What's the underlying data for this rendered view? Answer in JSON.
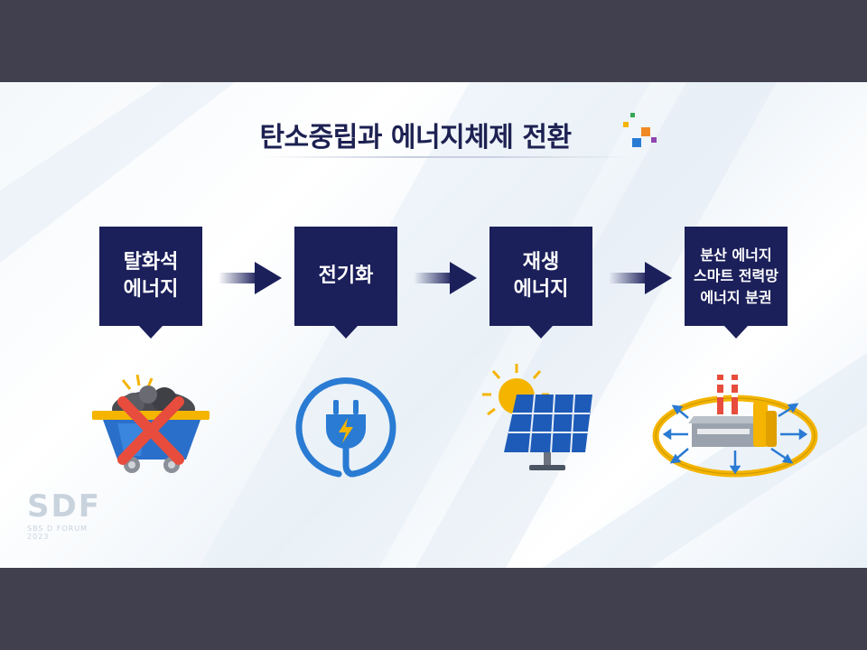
{
  "title": "탄소중립과 에너지체제 전환",
  "steps": [
    {
      "label": "탈화석\n에너지",
      "icon": "coal-cart-crossed-icon"
    },
    {
      "label": "전기화",
      "icon": "electric-plug-icon"
    },
    {
      "label": "재생\n에너지",
      "icon": "solar-panel-icon"
    },
    {
      "label": "분산 에너지\n스마트 전력망\n에너지 분권",
      "icon": "factory-grid-ring-icon"
    }
  ],
  "logo": {
    "name": "SDF",
    "line1": "SBS D FORUM",
    "line2": "2023"
  },
  "colors": {
    "box": "#1b1f5a",
    "accent_orange": "#f08a24",
    "accent_blue": "#2a7bd3",
    "accent_green": "#34a853"
  }
}
